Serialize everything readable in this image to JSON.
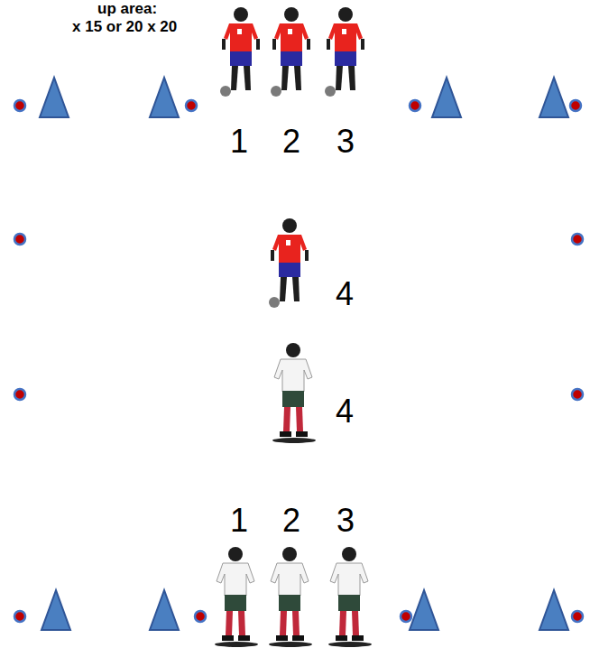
{
  "diagram": {
    "labels": [
      "up area:",
      "x 15 or 20 x 20",
      "1",
      "2",
      "3",
      "4",
      "4",
      "1",
      "2",
      "3"
    ]
  }
}
